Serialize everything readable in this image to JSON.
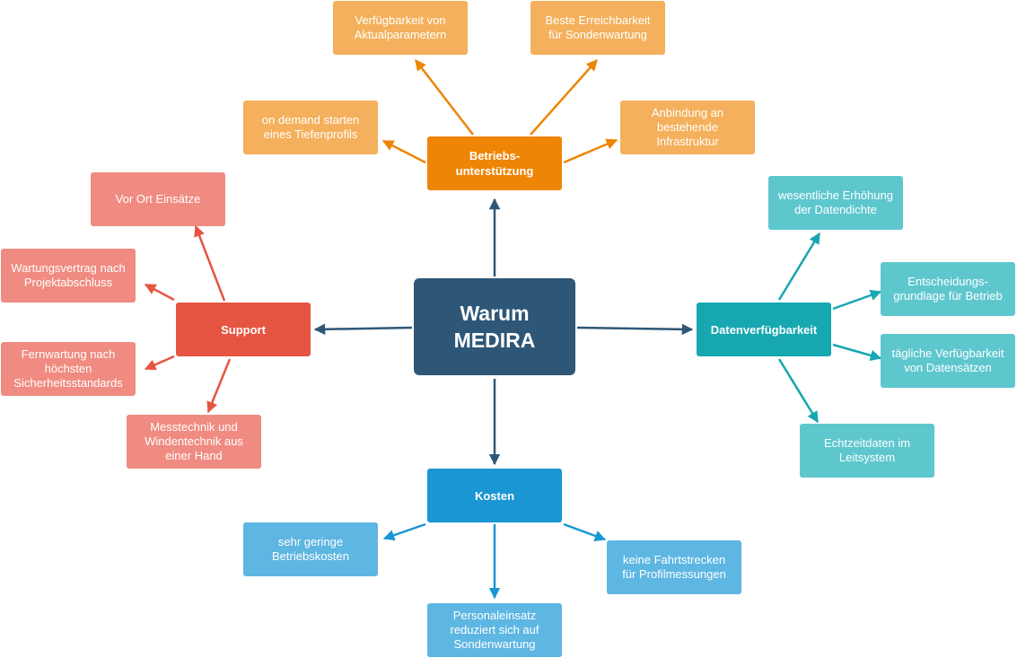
{
  "center": {
    "label": "Warum\nMEDIRA",
    "color": "#2e5777"
  },
  "branches": {
    "betrieb": {
      "hub": {
        "label": "Betriebs-\nunterstützung",
        "color": "#ee8506"
      },
      "leaf_color": "#f4b05c",
      "items": [
        "Verfügbarkeit von\nAktualparametern",
        "Beste Erreichbarkeit\nfür Sondenwartung",
        "on demand starten\neines Tiefenprofils",
        "Anbindung an\nbestehende\nInfrastruktur"
      ]
    },
    "support": {
      "hub": {
        "label": "Support",
        "color": "#e65541"
      },
      "leaf_color": "#f08b81",
      "items": [
        "Vor Ort Einsätze",
        "Wartungsvertrag nach\nProjektabschluss",
        "Fernwartung nach\nhöchsten\nSicherheitsstandards",
        "Messtechnik und\nWindentechnik aus\neiner Hand"
      ]
    },
    "daten": {
      "hub": {
        "label": "Datenverfügbarkeit",
        "color": "#16a7b1"
      },
      "leaf_color": "#5ec7ce",
      "items": [
        "wesentliche Erhöhung\nder Datendichte",
        "Entscheidungs-\ngrundlage für Betrieb",
        "tägliche Verfügbarkeit\nvon Datensätzen",
        "Echtzeitdaten im\nLeitsystem"
      ]
    },
    "kosten": {
      "hub": {
        "label": "Kosten",
        "color": "#1a97d2"
      },
      "leaf_color": "#5eb6e2",
      "items": [
        "sehr geringe\nBetriebskosten",
        "keine Fahrtstrecken\nfür Profilmessungen",
        "Personaleinsatz\nreduziert sich auf\nSondenwartung"
      ]
    }
  },
  "arrow_colors": {
    "center": "#2e5777",
    "betrieb": "#ee8506",
    "support": "#e65541",
    "daten": "#16a7b1",
    "kosten": "#1a97d2"
  }
}
